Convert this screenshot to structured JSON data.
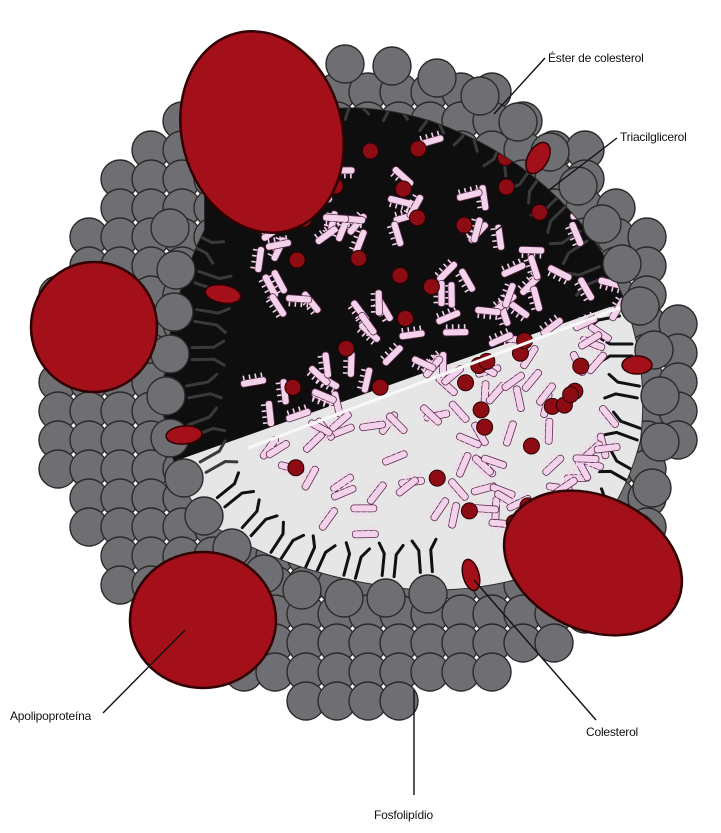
{
  "labels": {
    "ester_colesterol": "Éster de colesterol",
    "triacilglicerol": "Triacilglicerol",
    "apolipoproteina": "Apolipoproteína",
    "colesterol": "Colesterol",
    "fosfolipidio": "Fosfolipídio"
  },
  "colors": {
    "phospholipid_head": "#6f6f73",
    "phospholipid_edge": "#2a2a2a",
    "apolipoprotein": "#a3101a",
    "core_dark": "#0e0e0e",
    "core_light": "#e6e6e6",
    "triacylglycerol": "#f4d2ec",
    "ester_dot": "#8d0b13",
    "leader_line": "#111111"
  }
}
